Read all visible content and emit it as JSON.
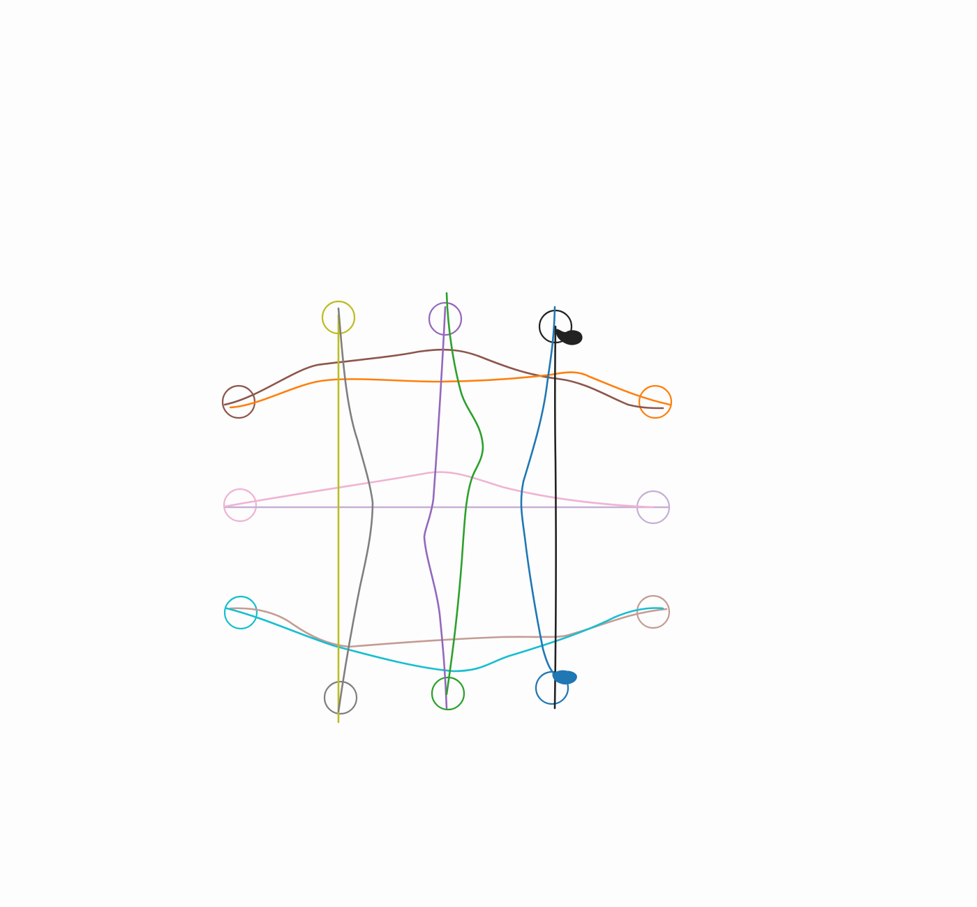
{
  "trajectories": [
    {
      "id": "olive",
      "color": "#bcbd22"
    },
    {
      "id": "gray",
      "color": "#7f7f7f"
    },
    {
      "id": "green",
      "color": "#2ca02c"
    },
    {
      "id": "purple",
      "color": "#9467bd"
    },
    {
      "id": "blue",
      "color": "#1f77b4"
    },
    {
      "id": "black",
      "color": "#222222"
    },
    {
      "id": "brown",
      "color": "#8c564b"
    },
    {
      "id": "orange",
      "color": "#ff7f0e"
    },
    {
      "id": "pink",
      "color": "#f0b3d3"
    },
    {
      "id": "lavender",
      "color": "#c5b0d5"
    },
    {
      "id": "cyan",
      "color": "#17becf"
    },
    {
      "id": "light-brown",
      "color": "#c49c94"
    }
  ]
}
